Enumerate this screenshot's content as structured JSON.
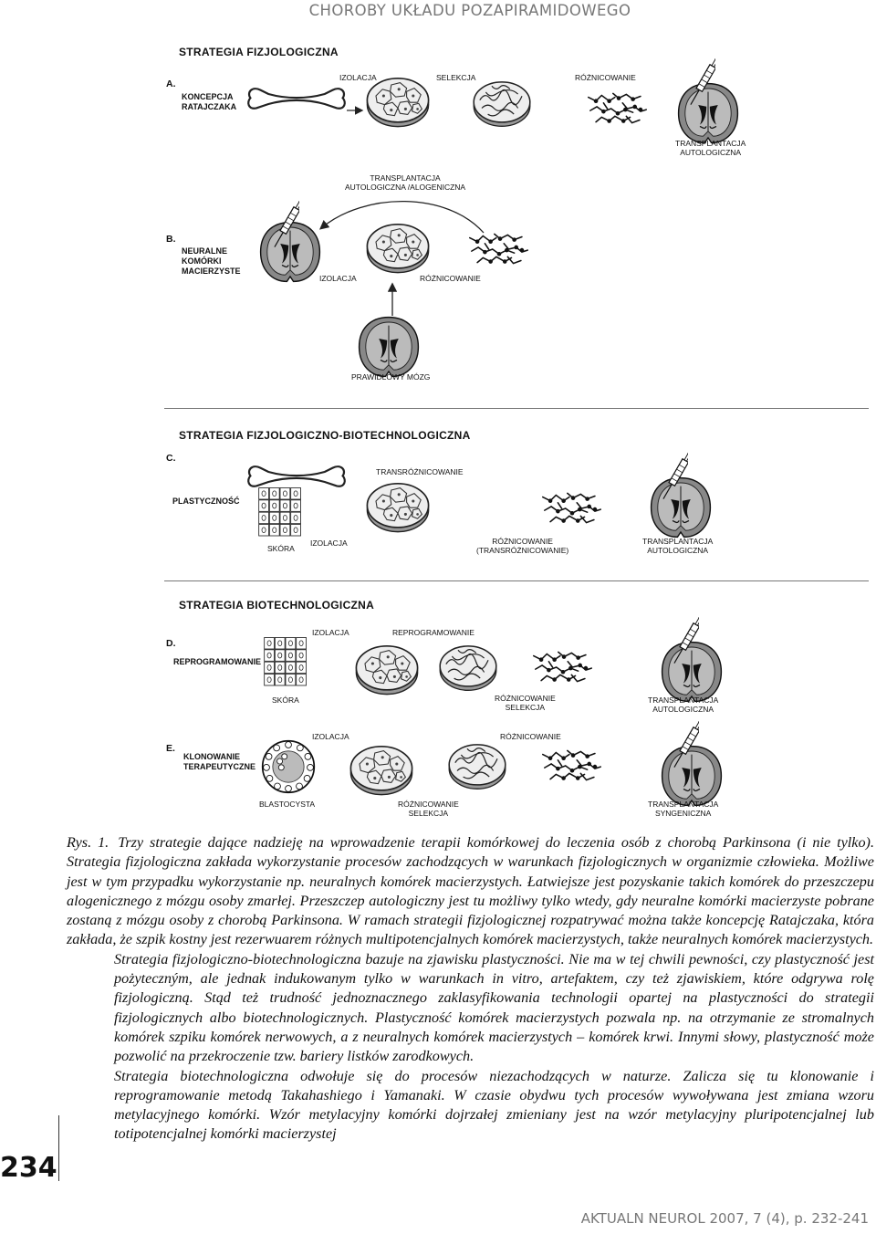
{
  "header": {
    "running_title": "CHOROBY UKŁADU POZAPIRAMIDOWEGO"
  },
  "figure": {
    "strategies": [
      {
        "title": "STRATEGIA FIZJOLOGICZNA"
      },
      {
        "title": "STRATEGIA FIZJOLOGICZNO-BIOTECHNOLOGICZNA"
      },
      {
        "title": "STRATEGIA BIOTECHNOLOGICZNA"
      }
    ],
    "panels": {
      "A": {
        "letter": "A.",
        "name": "KONCEPCJA\nRATAJCZAKA",
        "labels": {
          "isolation": "IZOLACJA",
          "selection": "SELEKCJA",
          "differentiation": "RÓŻNICOWANIE",
          "transplant": "TRANSPLANTACJA\nAUTOLOGICZNA"
        }
      },
      "B": {
        "letter": "B.",
        "name": "NEURALNE\nKOMÓRKI\nMACIERZYSTE",
        "labels": {
          "transplant_top": "TRANSPLANTACJA\nAUTOLOGICZNA /ALOGENICZNA",
          "isolation": "IZOLACJA",
          "differentiation": "RÓŻNICOWANIE",
          "normal_brain": "PRAWIDŁOWY MÓZG"
        }
      },
      "C": {
        "letter": "C.",
        "name": "PLASTYCZNOŚĆ",
        "labels": {
          "transdifferentiation": "TRANSRÓŻNICOWANIE",
          "skin": "SKÓRA",
          "isolation": "IZOLACJA",
          "differentiation": "RÓŻNICOWANIE\n(TRANSRÓŻNICOWANIE)",
          "transplant": "TRANSPLANTACJA\nAUTOLOGICZNA"
        }
      },
      "D": {
        "letter": "D.",
        "name": "REPROGRAMOWANIE",
        "labels": {
          "isolation": "IZOLACJA",
          "reprogramming": "REPROGRAMOWANIE",
          "skin": "SKÓRA",
          "differentiation": "RÓŻNICOWANIE\nSELEKCJA",
          "transplant": "TRANSPLANTACJA\nAUTOLOGICZNA"
        }
      },
      "E": {
        "letter": "E.",
        "name": "KLONOWANIE\nTERAPEUTYCZNE",
        "labels": {
          "isolation": "IZOLACJA",
          "differentiation_top": "RÓŻNICOWANIE",
          "blastocyst": "BLASTOCYSTA",
          "differentiation": "RÓŻNICOWANIE\nSELEKCJA",
          "transplant": "TRANSPLANTACJA\nSYNGENICZNA"
        }
      }
    }
  },
  "caption": {
    "figure_ref": "Rys. 1.",
    "paragraphs": [
      "Trzy strategie dające nadzieję na wprowadzenie terapii komórkowej do leczenia osób z chorobą Parkinsona (i nie tylko). Strategia fizjologiczna zakłada wykorzystanie procesów zachodzących w warunkach fizjologicznych w organizmie człowieka. Możliwe jest w tym przypadku wykorzystanie np. neuralnych komórek macierzystych. Łatwiejsze jest pozyskanie takich komórek do przeszczepu alogenicznego z mózgu osoby zmarłej. Przeszczep autologiczny jest tu możliwy tylko wtedy, gdy neuralne komórki macierzyste pobrane zostaną z mózgu osoby z chorobą Parkinsona. W ramach strategii fizjologicznej rozpatrywać można także koncepcję Ratajczaka, która zakłada, że szpik kostny jest rezerwuarem różnych multipotencjalnych komórek macierzystych, także neuralnych komórek macierzystych.",
      "Strategia fizjologiczno-biotechnologiczna bazuje na zjawisku plastyczności. Nie ma w tej chwili pewności, czy plastyczność jest pożyteczným, ale jednak indukowanym tylko w warunkach in vitro, artefaktem, czy też zjawiskiem, które odgrywa rolę fizjologiczną. Stąd też trudność jednoznacznego zaklasyfikowania technologii opartej na plastyczności do strategii fizjologicznych albo biotechnologicznych. Plastyczność komórek macierzystych pozwala np. na otrzymanie ze stromalnych komórek szpiku komórek nerwowych, a z neuralnych komórek macierzystych – komórek krwi. Innymi słowy, plastyczność może pozwolić na przekroczenie tzw. bariery listków zarodkowych.",
      "Strategia biotechnologiczna odwołuje się do procesów niezachodzących w naturze. Zalicza się tu klonowanie i reprogramowanie metodą Takahashiego i Yamanaki. W czasie obydwu tych procesów wywoływana jest zmiana wzoru metylacyjnego komórki. Wzór metylacyjny komórki dojrzałej zmieniany jest na wzór metylacyjny pluripotencjalnej lub totipotencjalnej komórki macierzystej"
    ]
  },
  "footer": {
    "page_number": "234",
    "journal_ref": "AKTUALN NEUROL 2007, 7 (4), p. 232-241"
  }
}
